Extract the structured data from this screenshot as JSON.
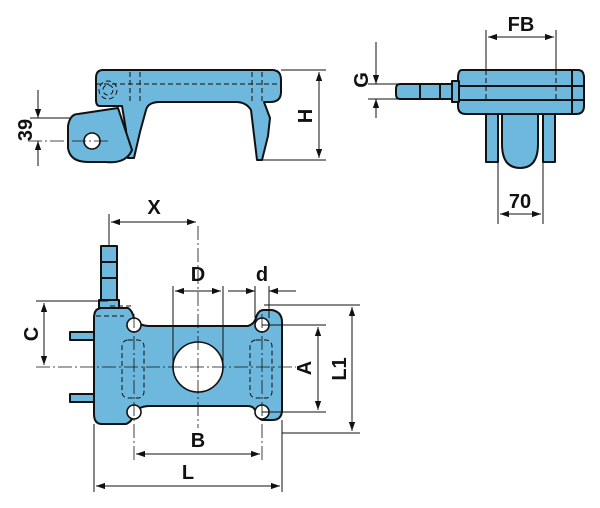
{
  "labels": {
    "fb": "FB",
    "g": "G",
    "h": "H",
    "d39": "39",
    "x": "X",
    "d_upper": "D",
    "d_lower": "d",
    "c": "C",
    "a": "A",
    "l1": "L1",
    "b": "B",
    "l": "L",
    "d70": "70"
  },
  "colors": {
    "part_fill": "#6db8dc",
    "line": "#111111",
    "background": "#ffffff"
  }
}
